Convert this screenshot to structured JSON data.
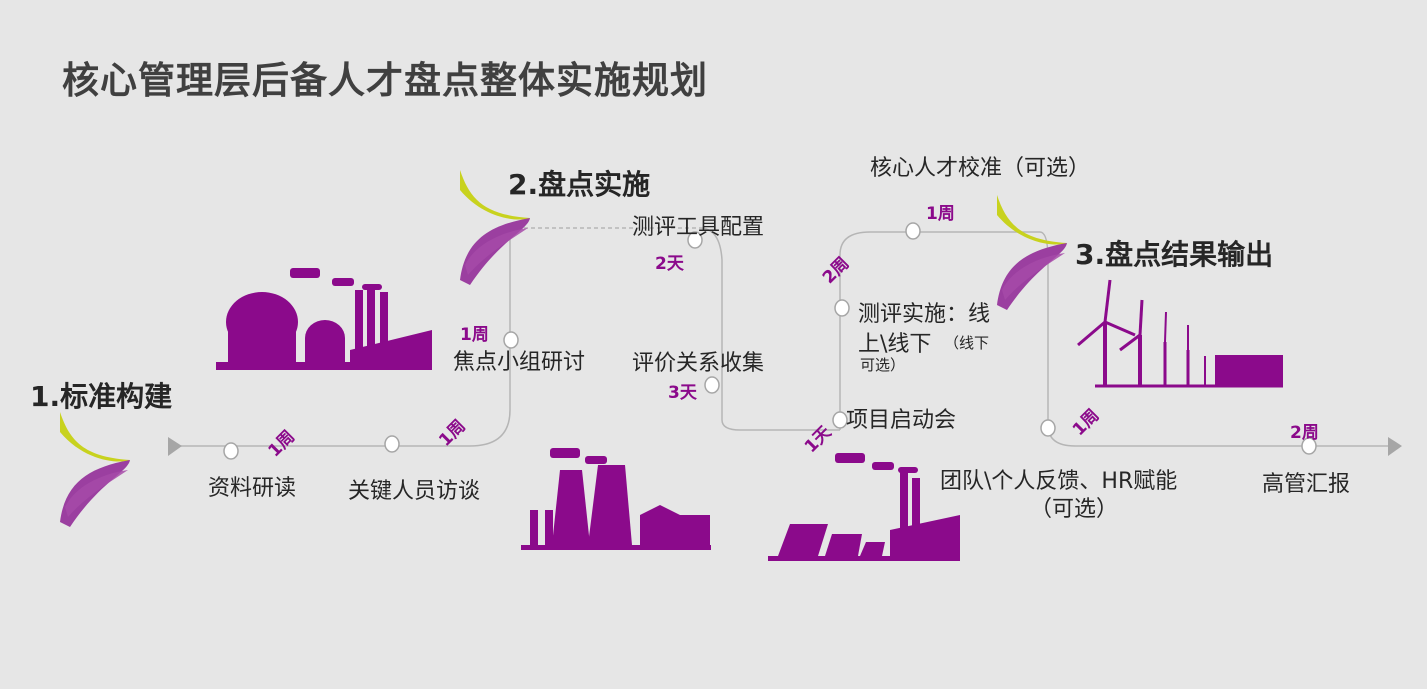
{
  "title": "核心管理层后备人才盘点整体实施规划",
  "phases": {
    "p1": "1.标准构建",
    "p2": "2.盘点实施",
    "p3": "3.盘点结果输出"
  },
  "steps": {
    "s1": "资料研读",
    "s2": "关键人员访谈",
    "s3": "焦点小组研讨",
    "s4": "测评工具配置",
    "s5": "评价关系收集",
    "s6": "项目启动会",
    "s7_line1": "测评实施：线",
    "s7_line2": "上\\线下",
    "s7_note1": "（线下",
    "s7_note2": "可选）",
    "s8": "核心人才校准（可选）",
    "s9_line1": "团队\\个人反馈、HR赋能",
    "s9_line2": "（可选）",
    "s10": "高管汇报"
  },
  "durations": {
    "d1": "1周",
    "d2": "1周",
    "d3": "1周",
    "d4": "2天",
    "d5": "3天",
    "d6": "1天",
    "d7": "2周",
    "d8": "1周",
    "d9": "1周",
    "d10": "2周"
  },
  "colors": {
    "accent": "#8b0a8b",
    "leaf_green": "#c8d21e",
    "leaf_purple": "#9b3fa0",
    "path": "#b5b5b5",
    "background": "#e6e6e6"
  },
  "icons": [
    "chemical-plant-icon",
    "power-plant-icon",
    "solar-factory-icon",
    "wind-farm-icon",
    "leaf-logo-icon"
  ]
}
